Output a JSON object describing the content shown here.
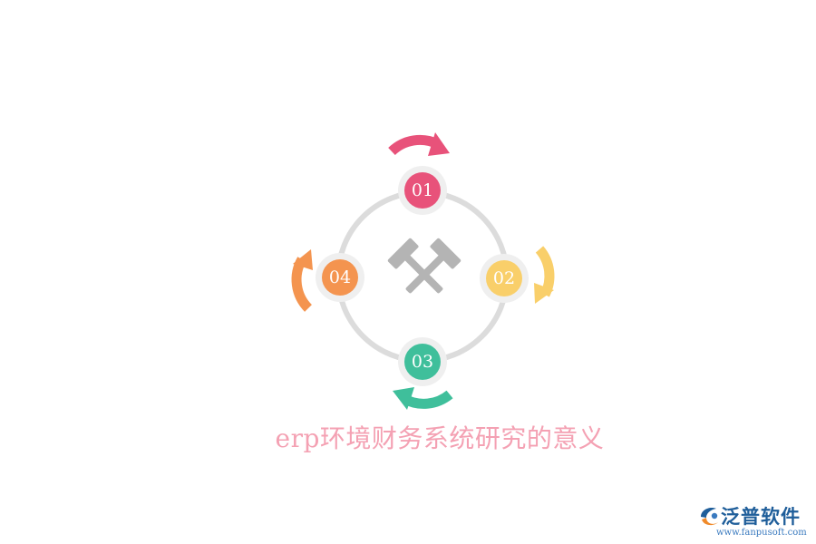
{
  "title": "erp环境财务系统研究的意义",
  "nodes": [
    {
      "label": "01",
      "color": "#e8527a"
    },
    {
      "label": "02",
      "color": "#f9cf6a"
    },
    {
      "label": "03",
      "color": "#3fbf9b"
    },
    {
      "label": "04",
      "color": "#f4944f"
    }
  ],
  "center_icon": "crossed-hammers-icon",
  "colors": {
    "ring": "#dcdcdc",
    "node_halo": "#efefef",
    "center_icon": "#b4b4b4",
    "title": "#f4a1b3"
  },
  "brand": {
    "name": "泛普软件",
    "url": "www.fanpusoft.com",
    "logo_icon": "fanpu-logo-icon"
  }
}
